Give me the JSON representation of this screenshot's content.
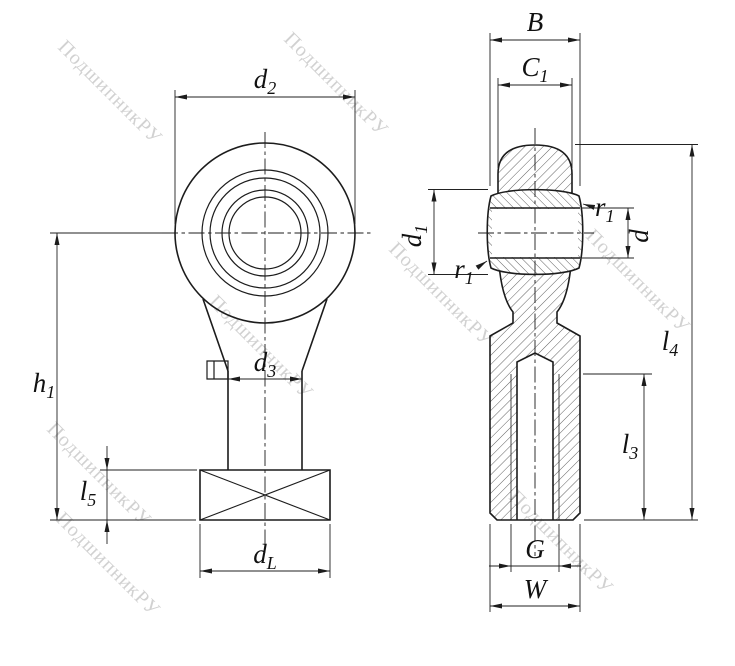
{
  "watermark": {
    "text": "ПодшипникРУ"
  },
  "labels": {
    "d2": {
      "base": "d",
      "sub": "2"
    },
    "d3": {
      "base": "d",
      "sub": "3"
    },
    "h1": {
      "base": "h",
      "sub": "1"
    },
    "l5": {
      "base": "l",
      "sub": "5"
    },
    "dL": {
      "base": "d",
      "sub": "L"
    },
    "B": {
      "base": "B",
      "sub": ""
    },
    "C1": {
      "base": "C",
      "sub": "1"
    },
    "d1": {
      "base": "d",
      "sub": "1"
    },
    "r1": {
      "base": "r",
      "sub": "1"
    },
    "d": {
      "base": "d",
      "sub": ""
    },
    "l4": {
      "base": "l",
      "sub": "4"
    },
    "l3": {
      "base": "l",
      "sub": "3"
    },
    "G": {
      "base": "G",
      "sub": ""
    },
    "W": {
      "base": "W",
      "sub": ""
    }
  }
}
